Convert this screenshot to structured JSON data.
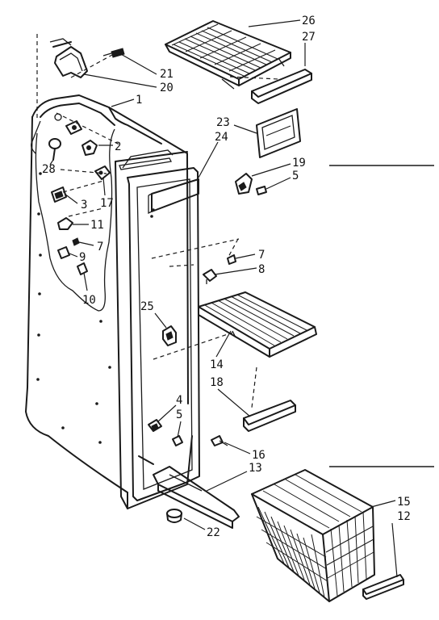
{
  "callouts": [
    {
      "id": "26",
      "label": "26"
    },
    {
      "id": "27",
      "label": "27"
    },
    {
      "id": "21",
      "label": "21"
    },
    {
      "id": "20",
      "label": "20"
    },
    {
      "id": "1",
      "label": "1"
    },
    {
      "id": "23",
      "label": "23"
    },
    {
      "id": "24",
      "label": "24"
    },
    {
      "id": "2",
      "label": "2"
    },
    {
      "id": "28",
      "label": "28"
    },
    {
      "id": "19",
      "label": "19"
    },
    {
      "id": "5a",
      "label": "5"
    },
    {
      "id": "17",
      "label": "17"
    },
    {
      "id": "3",
      "label": "3"
    },
    {
      "id": "11",
      "label": "11"
    },
    {
      "id": "7a",
      "label": "7"
    },
    {
      "id": "9",
      "label": "9"
    },
    {
      "id": "7b",
      "label": "7"
    },
    {
      "id": "8",
      "label": "8"
    },
    {
      "id": "10",
      "label": "10"
    },
    {
      "id": "25",
      "label": "25"
    },
    {
      "id": "14",
      "label": "14"
    },
    {
      "id": "18",
      "label": "18"
    },
    {
      "id": "4",
      "label": "4"
    },
    {
      "id": "5b",
      "label": "5"
    },
    {
      "id": "16",
      "label": "16"
    },
    {
      "id": "13",
      "label": "13"
    },
    {
      "id": "15",
      "label": "15"
    },
    {
      "id": "12",
      "label": "12"
    },
    {
      "id": "22",
      "label": "22"
    }
  ]
}
